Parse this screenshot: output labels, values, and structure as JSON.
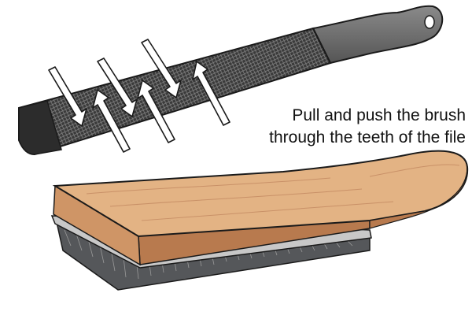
{
  "caption": {
    "line1": "Pull and push the brush",
    "line2": "through the teeth of the file"
  },
  "illustration": {
    "objects": [
      "file",
      "file-card-brush"
    ],
    "arrows": {
      "down_count": 3,
      "up_count": 3
    }
  },
  "colors": {
    "file_body": "#3a3a3a",
    "file_tang": "#6e6e6e",
    "wood_light": "#e3b384",
    "wood_mid": "#cf9566",
    "wood_dark": "#b87a4e",
    "bristles": "#55575a",
    "plate": "#c8c8c8",
    "outline": "#1a1a1a"
  }
}
